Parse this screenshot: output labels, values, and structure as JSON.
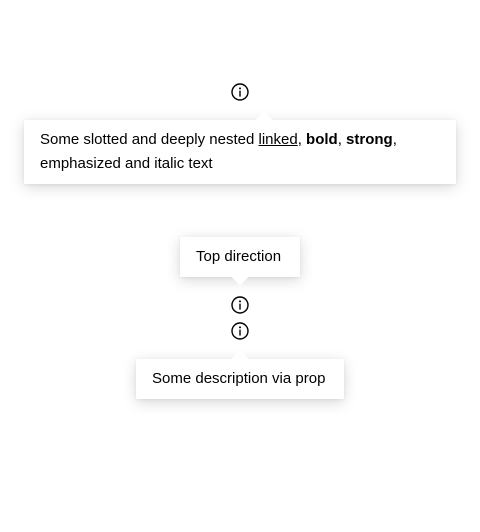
{
  "popovers": [
    {
      "rich_text": {
        "prefix": "Some slotted and deeply nested ",
        "link": "linked",
        "sep1": ", ",
        "bold": "bold",
        "sep2": ", ",
        "strong": "strong",
        "sep3": ",",
        "line2": "emphasized and italic text"
      },
      "direction": "bottom",
      "icon": "info-icon"
    },
    {
      "text": "Top direction",
      "direction": "top",
      "icon": "info-icon"
    },
    {
      "text": "Some description via prop",
      "direction": "bottom",
      "icon": "info-icon"
    }
  ]
}
